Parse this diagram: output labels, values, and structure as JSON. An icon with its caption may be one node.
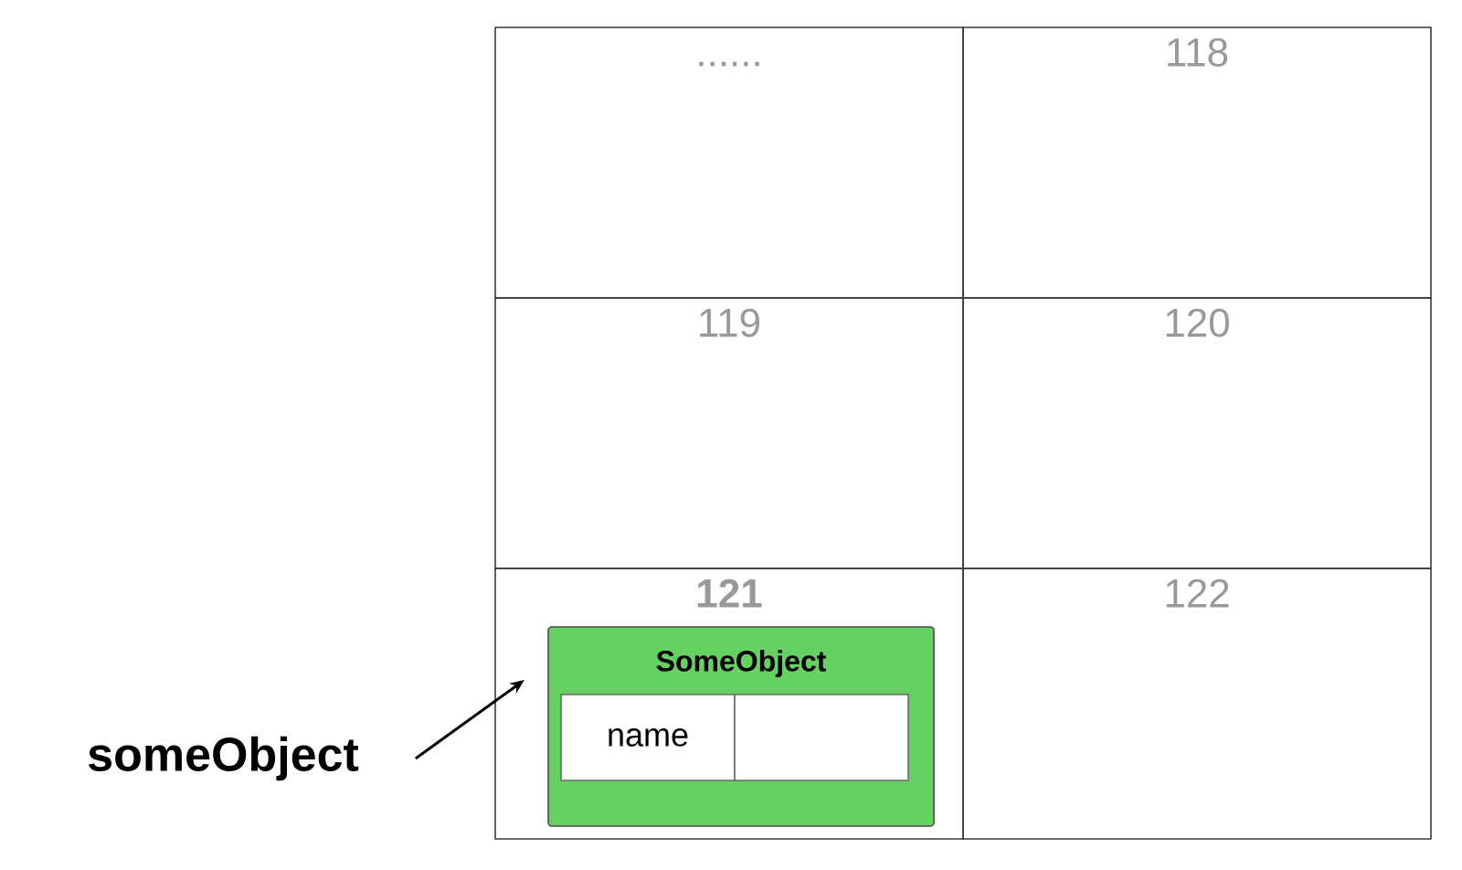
{
  "diagram": {
    "nodes": [
      {
        "text": [
          "......"
        ]
      },
      {
        "text": [
          "118"
        ]
      },
      {
        "text": [
          "119"
        ]
      },
      {
        "text": [
          "120"
        ]
      },
      {
        "text": [
          "121"
        ]
      },
      {
        "text": [
          "122"
        ]
      },
      {
        "text": [
          "SomeObject"
        ],
        "in": 4
      },
      {
        "text": [
          "name"
        ],
        "in": 6
      },
      {
        "text": [],
        "shape": "box",
        "in": 6
      },
      {
        "text": [
          "someObject"
        ]
      }
    ],
    "edges": [
      {
        "from": 9,
        "to": 6,
        "arrow": "to"
      }
    ]
  }
}
